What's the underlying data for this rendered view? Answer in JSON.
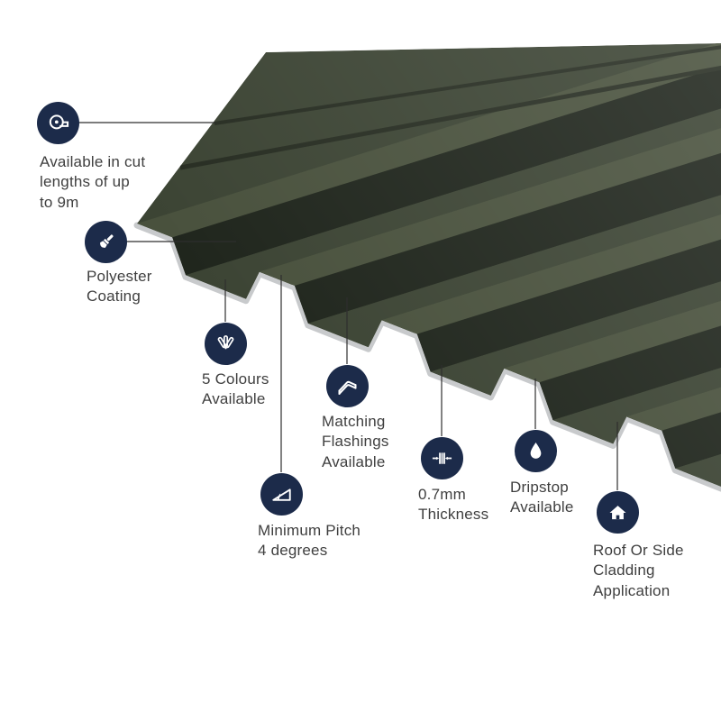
{
  "illustration": {
    "description": "Box profile metal roofing sheet in dark green, angled view with cut profile edge",
    "sheet_color": "#3c4434",
    "sheet_shadow_color": "#20261d",
    "sheet_highlight_color": "#515a44",
    "edge_gray": "#c8cacc"
  },
  "colors": {
    "icon_bg": "#1c2b4a",
    "text": "#3f3f3f",
    "line": "#2e2e2e"
  },
  "features": [
    {
      "name": "cut-lengths",
      "icon": "tape-measure-icon",
      "label": "Available in cut\nlengths of up\nto 9m"
    },
    {
      "name": "polyester-coating",
      "icon": "paint-brush-icon",
      "label": "Polyester\nCoating"
    },
    {
      "name": "five-colours",
      "icon": "colour-fan-icon",
      "label": "5 Colours\nAvailable"
    },
    {
      "name": "flashings",
      "icon": "flashing-icon",
      "label": "Matching\nFlashings\nAvailable"
    },
    {
      "name": "thickness",
      "icon": "thickness-icon",
      "label": "0.7mm\nThickness"
    },
    {
      "name": "dripstop",
      "icon": "droplet-icon",
      "label": "Dripstop\nAvailable"
    },
    {
      "name": "minimum-pitch",
      "icon": "pitch-angle-icon",
      "label": "Minimum Pitch\n4 degrees"
    },
    {
      "name": "cladding-use",
      "icon": "house-icon",
      "label": "Roof Or Side\nCladding\nApplication"
    }
  ]
}
